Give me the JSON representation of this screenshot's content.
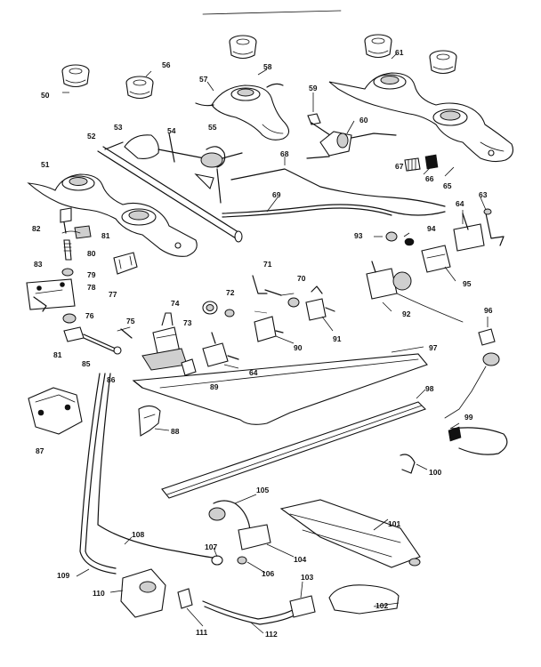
{
  "labels": [
    {
      "id": "p50",
      "text": "50"
    },
    {
      "id": "p56",
      "text": "56"
    },
    {
      "id": "p57",
      "text": "57"
    },
    {
      "id": "p58",
      "text": "58"
    },
    {
      "id": "p61",
      "text": "61"
    },
    {
      "id": "p59",
      "text": "59"
    },
    {
      "id": "p53",
      "text": "53"
    },
    {
      "id": "p54",
      "text": "54"
    },
    {
      "id": "p55",
      "text": "55"
    },
    {
      "id": "p52",
      "text": "52"
    },
    {
      "id": "p60",
      "text": "60"
    },
    {
      "id": "p51",
      "text": "51"
    },
    {
      "id": "p68",
      "text": "68"
    },
    {
      "id": "p67",
      "text": "67"
    },
    {
      "id": "p66",
      "text": "66"
    },
    {
      "id": "p65",
      "text": "65"
    },
    {
      "id": "p63",
      "text": "63"
    },
    {
      "id": "p69",
      "text": "69"
    },
    {
      "id": "p64a",
      "text": "64"
    },
    {
      "id": "p82",
      "text": "82"
    },
    {
      "id": "p81a",
      "text": "81"
    },
    {
      "id": "p93",
      "text": "93"
    },
    {
      "id": "p94",
      "text": "94"
    },
    {
      "id": "p80",
      "text": "80"
    },
    {
      "id": "p83",
      "text": "83"
    },
    {
      "id": "p79",
      "text": "79"
    },
    {
      "id": "p78",
      "text": "78"
    },
    {
      "id": "p77",
      "text": "77"
    },
    {
      "id": "p71",
      "text": "71"
    },
    {
      "id": "p70",
      "text": "70"
    },
    {
      "id": "p95",
      "text": "95"
    },
    {
      "id": "p72",
      "text": "72"
    },
    {
      "id": "p76",
      "text": "76"
    },
    {
      "id": "p74",
      "text": "74"
    },
    {
      "id": "p73",
      "text": "73"
    },
    {
      "id": "p92",
      "text": "92"
    },
    {
      "id": "p91",
      "text": "91"
    },
    {
      "id": "p96",
      "text": "96"
    },
    {
      "id": "p75",
      "text": "75"
    },
    {
      "id": "p90",
      "text": "90"
    },
    {
      "id": "p81b",
      "text": "81"
    },
    {
      "id": "p85",
      "text": "85"
    },
    {
      "id": "p64b",
      "text": "64"
    },
    {
      "id": "p97",
      "text": "97"
    },
    {
      "id": "p86",
      "text": "86"
    },
    {
      "id": "p89",
      "text": "89"
    },
    {
      "id": "p98",
      "text": "98"
    },
    {
      "id": "p87",
      "text": "87"
    },
    {
      "id": "p88",
      "text": "88"
    },
    {
      "id": "p99",
      "text": "99"
    },
    {
      "id": "p100",
      "text": "100"
    },
    {
      "id": "p105",
      "text": "105"
    },
    {
      "id": "p101",
      "text": "101"
    },
    {
      "id": "p108",
      "text": "108"
    },
    {
      "id": "p107",
      "text": "107"
    },
    {
      "id": "p104",
      "text": "104"
    },
    {
      "id": "p106",
      "text": "106"
    },
    {
      "id": "p109",
      "text": "109"
    },
    {
      "id": "p103",
      "text": "103"
    },
    {
      "id": "p110",
      "text": "110"
    },
    {
      "id": "p102",
      "text": "102"
    },
    {
      "id": "p111",
      "text": "111"
    },
    {
      "id": "p112",
      "text": "112"
    }
  ]
}
